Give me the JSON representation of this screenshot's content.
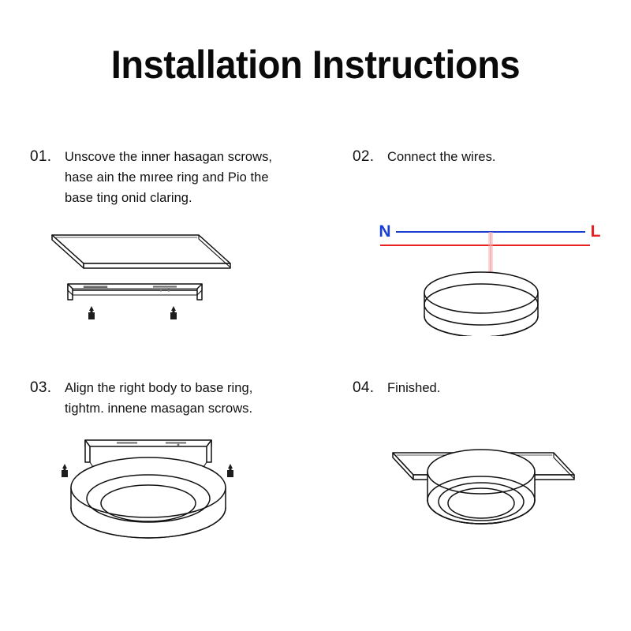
{
  "document": {
    "title": "Installation Instructions"
  },
  "steps": [
    {
      "number": "01.",
      "text": "Unscove the inner hasagan scrows,\nhase ain the mıree ring and Pio the\nbase ting onid claring.",
      "figure": "ceiling-plate-and-base-bracket-with-screws"
    },
    {
      "number": "02.",
      "text": "Connect the wires.",
      "figure": "wiring-to-base-ring"
    },
    {
      "number": "03.",
      "text": "Align the right body to base ring,\ntightm. innene masagan scrows.",
      "figure": "bracket-above-light-body-with-screws"
    },
    {
      "number": "04.",
      "text": "Finished.",
      "figure": "finished-assembly"
    }
  ],
  "wiring": {
    "neutral_label": "N",
    "live_label": "L",
    "neutral_color": "#1a3fd0",
    "live_color": "#e8201f",
    "drop_color": "#f4a3a3"
  },
  "colors": {
    "background": "#ffffff",
    "ink": "#111111",
    "line": "#1c1c1c"
  }
}
